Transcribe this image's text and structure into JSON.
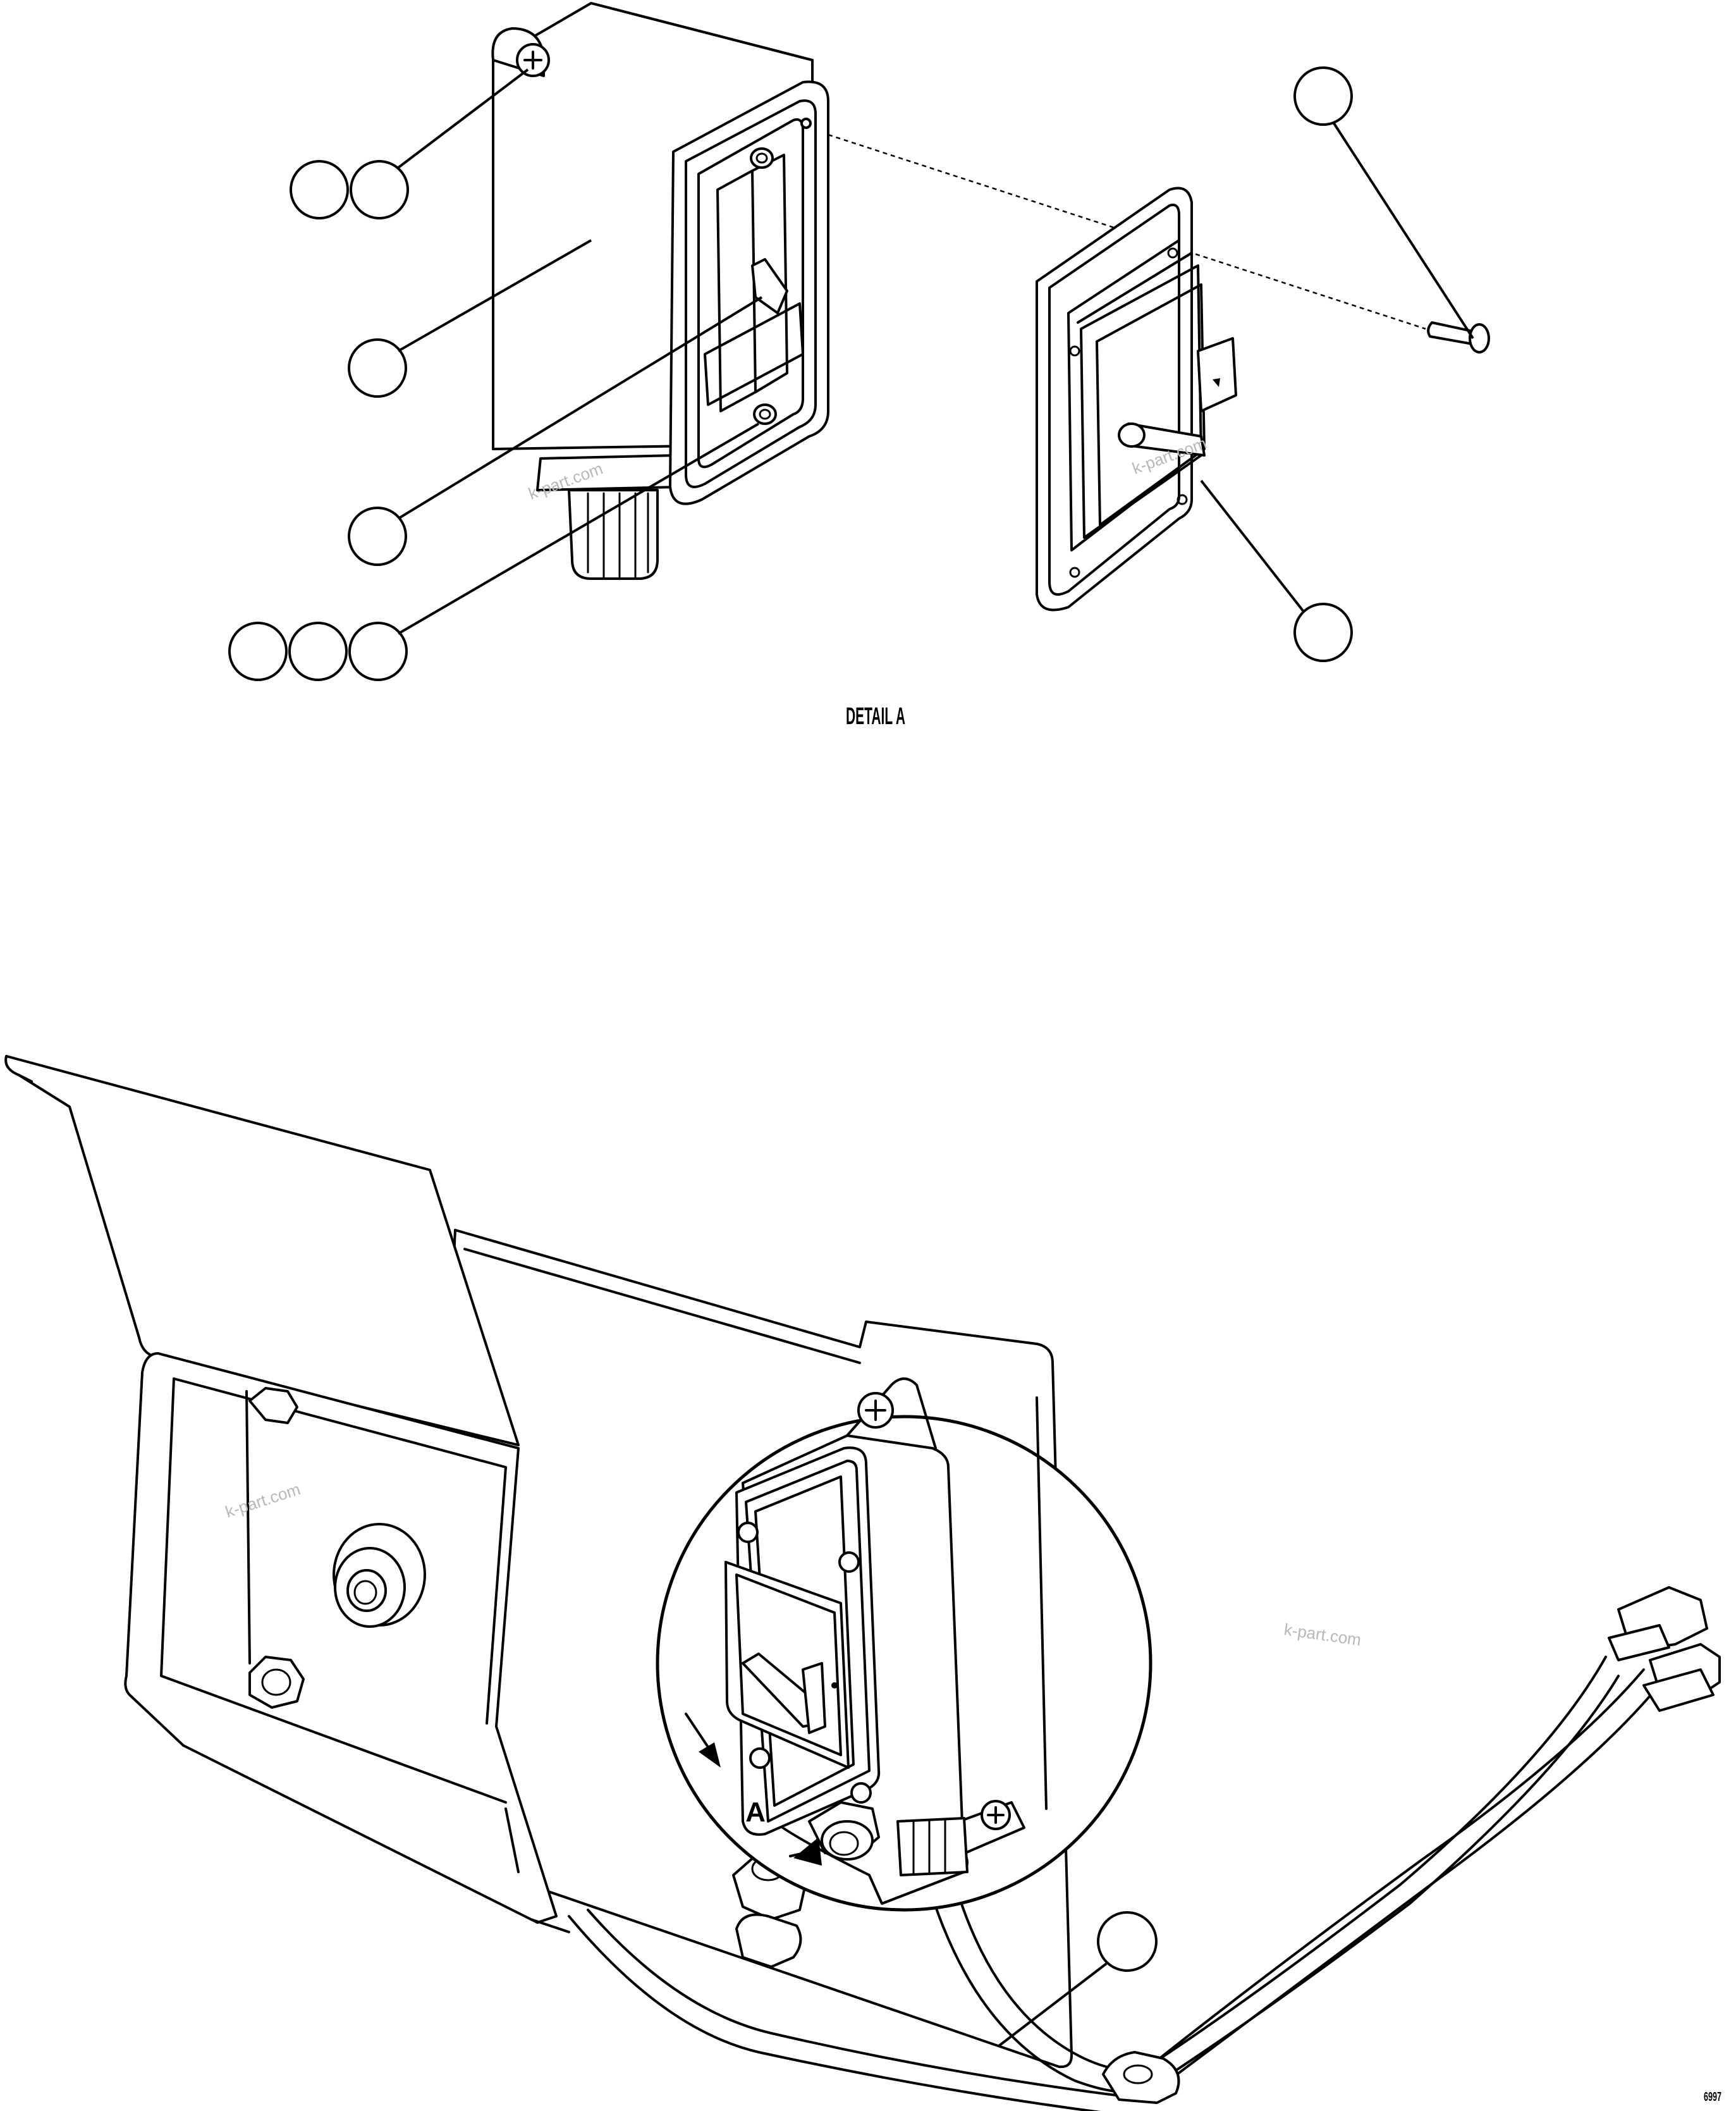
{
  "detail_caption": "DETAIL A",
  "view_label": "A",
  "figure_code": "6997",
  "watermark_text": "k-part.com",
  "callout_labels": [
    "",
    "",
    "",
    "",
    "",
    "",
    "",
    "",
    "",
    "",
    "",
    ""
  ]
}
